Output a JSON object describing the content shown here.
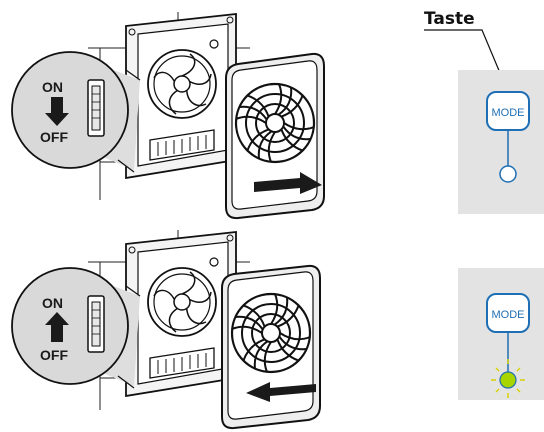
{
  "callout": {
    "label": "Taste"
  },
  "panels": [
    {
      "switch": {
        "top_label": "ON",
        "bottom_label": "OFF",
        "direction": "down"
      },
      "cover_arrow": "right",
      "control": {
        "button_label": "MODE",
        "led": "off"
      }
    },
    {
      "switch": {
        "top_label": "ON",
        "bottom_label": "OFF",
        "direction": "up"
      },
      "cover_arrow": "left",
      "control": {
        "button_label": "MODE",
        "led": "on"
      }
    }
  ],
  "colors": {
    "mode_blue": "#1f6fb5",
    "led_green": "#a8d400",
    "led_ray": "#d7d200",
    "control_bg": "#e3e3e3",
    "magnifier_bg": "#d9d9d9"
  }
}
